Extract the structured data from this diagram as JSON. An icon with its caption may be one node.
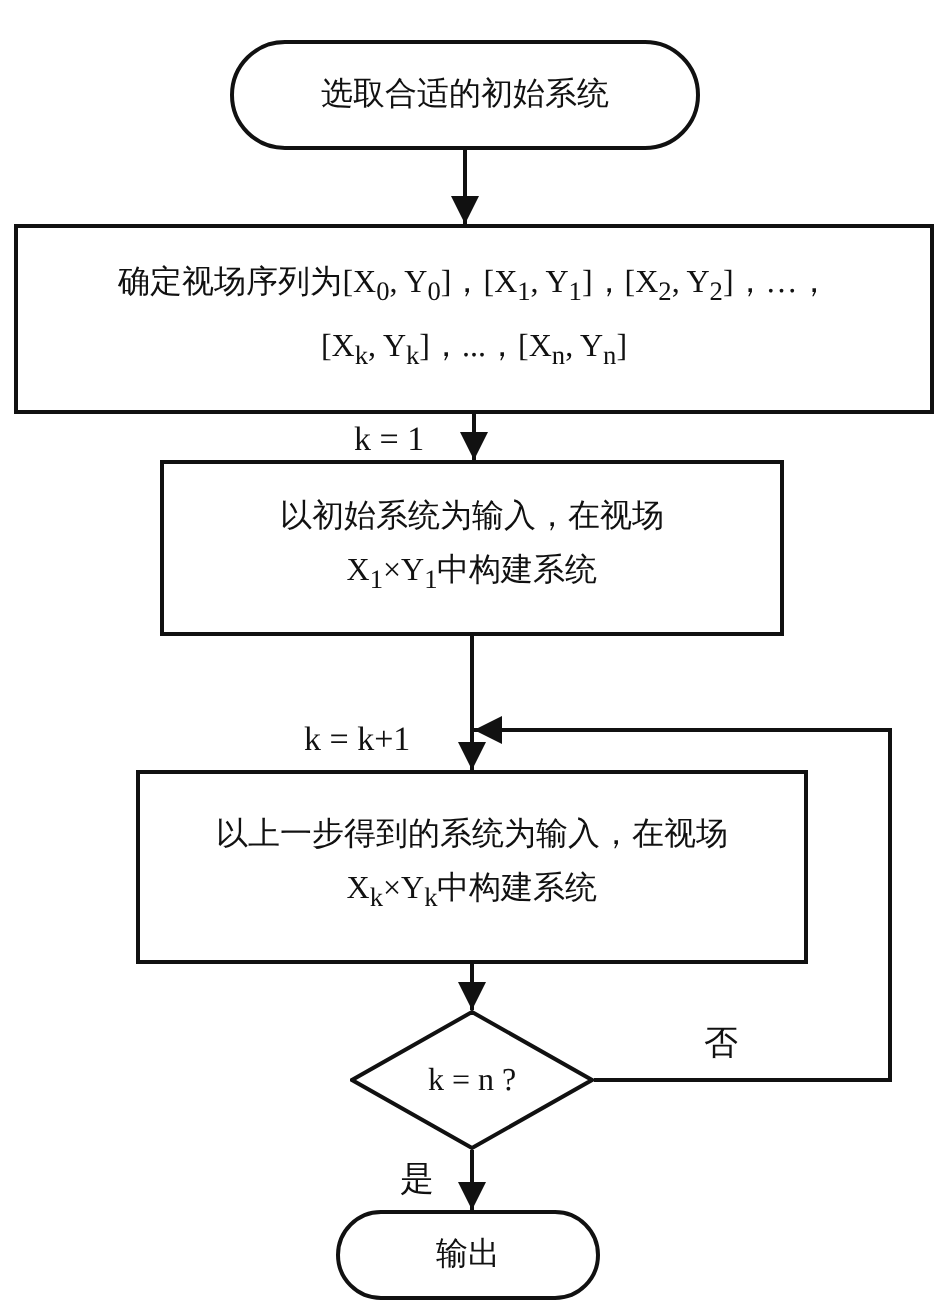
{
  "diagram": {
    "nodes": [
      {
        "text": [
          "选取合适的初始系统"
        ]
      },
      {
        "text": [
          "确定视场序列为[X$_{0}$, Y$_{0}$]，[X$_{1}$, Y$_{1}$]，[X$_{2}$, Y$_{2}$]，…，[X$_{k}$, Y$_{k}$]，...，[X$_{n}$, Y$_{n}$]"
        ]
      },
      {
        "text": [
          "以初始系统为输入，在视场X$_{1}$×Y$_{1}$中构建系统"
        ]
      },
      {
        "text": [
          "以上一步得到的系统为输入，在视场X$_{k}$×Y$_{k}$中构建系统"
        ]
      },
      {
        "text": [
          "k = n ?"
        ]
      },
      {
        "text": [
          "输出"
        ]
      }
    ],
    "edges": [
      {
        "from": 0,
        "to": 1,
        "arrow": "to"
      },
      {
        "from": 1,
        "to": 2,
        "arrow": "to",
        "label": "k = 1"
      },
      {
        "from": 2,
        "to": 3,
        "arrow": "to",
        "label": "k = k+1"
      },
      {
        "from": 3,
        "to": 4,
        "arrow": "to"
      },
      {
        "from": 4,
        "to": 5,
        "arrow": "to",
        "label": "是"
      },
      {
        "from": 4,
        "to": 3,
        "arrow": "to",
        "label": "否"
      }
    ]
  }
}
